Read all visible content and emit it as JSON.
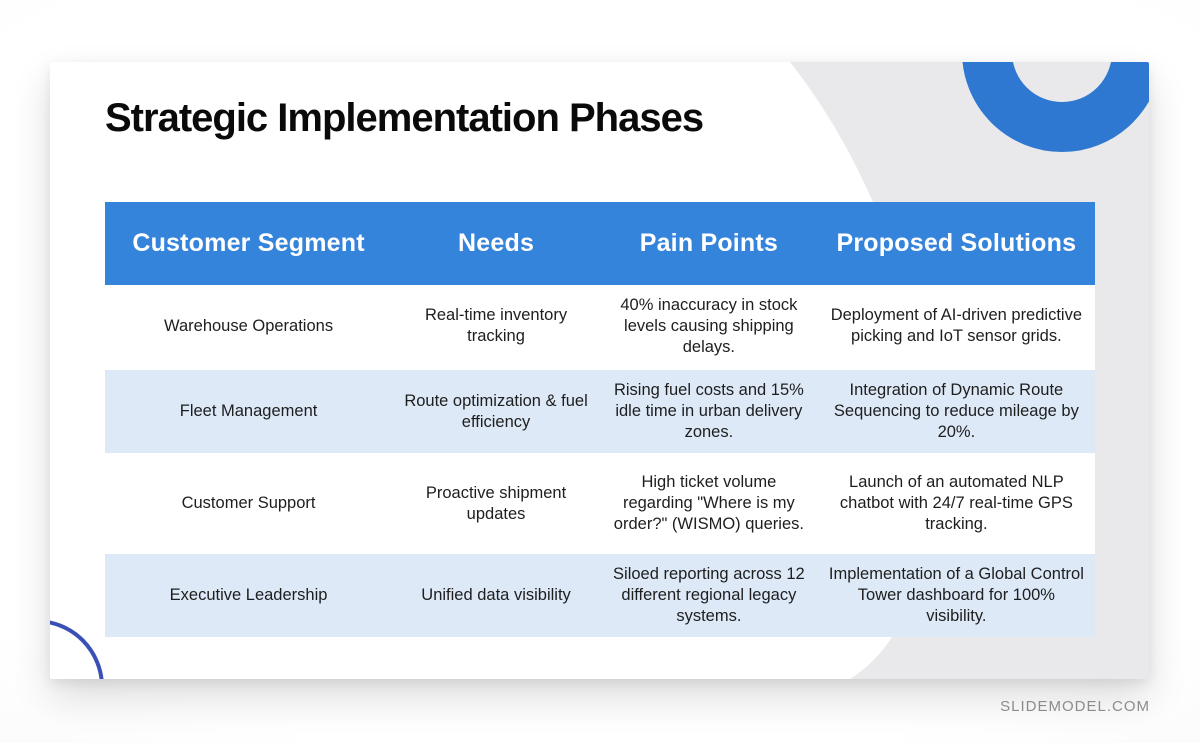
{
  "title": "Strategic Implementation Phases",
  "watermark": "SLIDEMODEL.COM",
  "table": {
    "headers": [
      "Customer Segment",
      "Needs",
      "Pain Points",
      "Proposed Solutions"
    ],
    "rows": [
      [
        "Warehouse Operations",
        "Real-time inventory tracking",
        "40% inaccuracy in stock levels causing shipping delays.",
        "Deployment of AI-driven predictive picking and IoT sensor grids."
      ],
      [
        "Fleet Management",
        "Route optimization & fuel efficiency",
        "Rising fuel costs and 15% idle time in urban delivery zones.",
        "Integration of Dynamic Route Sequencing to reduce mileage by 20%."
      ],
      [
        "Customer Support",
        "Proactive shipment updates",
        "High ticket volume regarding \"Where is my order?\" (WISMO) queries.",
        "Launch of an automated NLP chatbot with 24/7 real-time GPS tracking."
      ],
      [
        "Executive Leadership",
        "Unified data visibility",
        "Siloed reporting across 12 different regional legacy systems.",
        "Implementation of a Global Control Tower dashboard for 100% visibility."
      ]
    ]
  },
  "colors": {
    "header_bg": "#3584DB",
    "row_alt_bg": "#DDE9F7",
    "donut_blue": "#2E78D2",
    "arc_blue": "#3A50B5",
    "panel_gray": "#E9E9EC"
  }
}
